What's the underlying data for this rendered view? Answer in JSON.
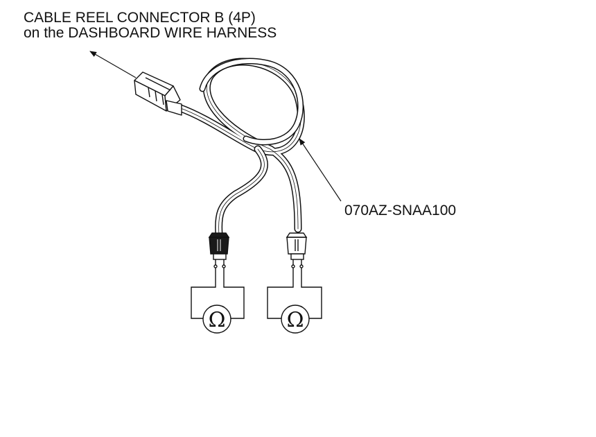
{
  "labels": {
    "connector_line1": "CABLE REEL CONNECTOR B (4P)",
    "connector_line2": "on the DASHBOARD WIRE HARNESS",
    "part_number": "070AZ-SNAA100"
  },
  "meters": {
    "left_symbol": "Ω",
    "right_symbol": "Ω"
  },
  "colors": {
    "line": "#111111",
    "background": "#ffffff",
    "black_plug": "#1a1a1a"
  }
}
